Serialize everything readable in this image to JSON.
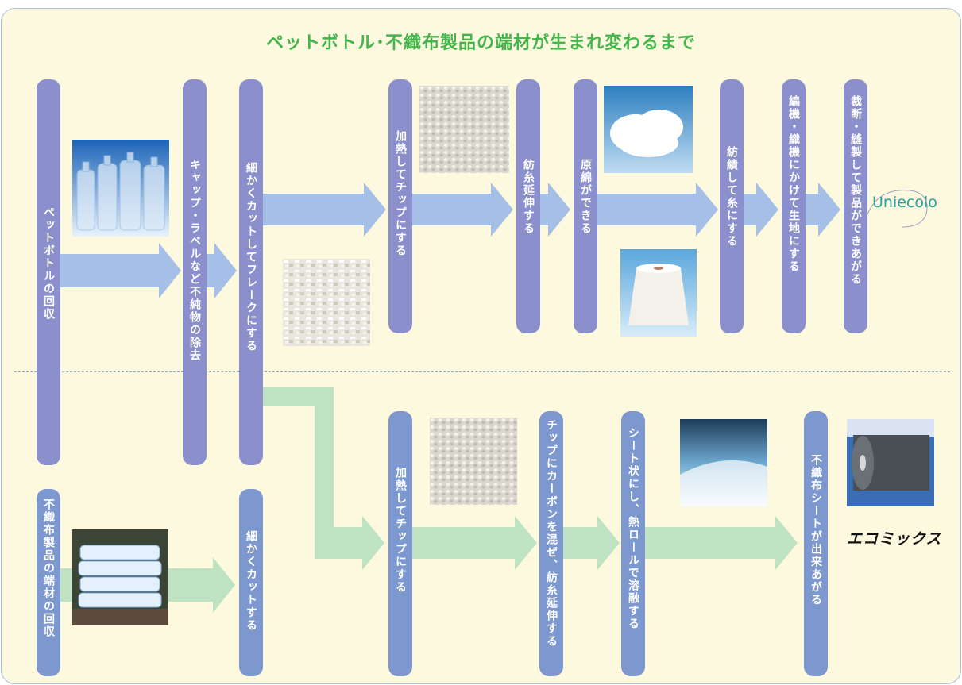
{
  "title": "ペットボトル･不織布製品の端材が生まれ変わるまで",
  "top_flow": {
    "step1": "ペットボトルの回収",
    "step2": "キャップ・ラベルなど不純物の除去",
    "step3": "細かくカットしてフレークにする",
    "step4": "加熱してチップにする",
    "step5": "紡糸延伸する",
    "step6": "原綿ができる",
    "step7": "紡績して糸にする",
    "step8": "編機・織機にかけて生地にする",
    "step9": "裁断・縫製して製品ができあがる",
    "brand": "Uniecolo"
  },
  "bottom_flow": {
    "step1": "不織布製品の端材の回収",
    "step2": "細かくカットする",
    "step3": "加熱してチップにする",
    "step4": "チップにカーボンを混ぜ、紡糸延伸する",
    "step5": "シート状にし、熱ロールで溶融する",
    "step6": "不織布シートが出来あがる",
    "brand": "エコミックス"
  },
  "colors": {
    "title": "#43b54a",
    "top_arrow": "#a6bfe6",
    "bottom_arrow": "#bfe3c2",
    "pill_purple": "#8b8fcc",
    "pill_blue": "#7d97cf",
    "background": "#fdf9df"
  }
}
